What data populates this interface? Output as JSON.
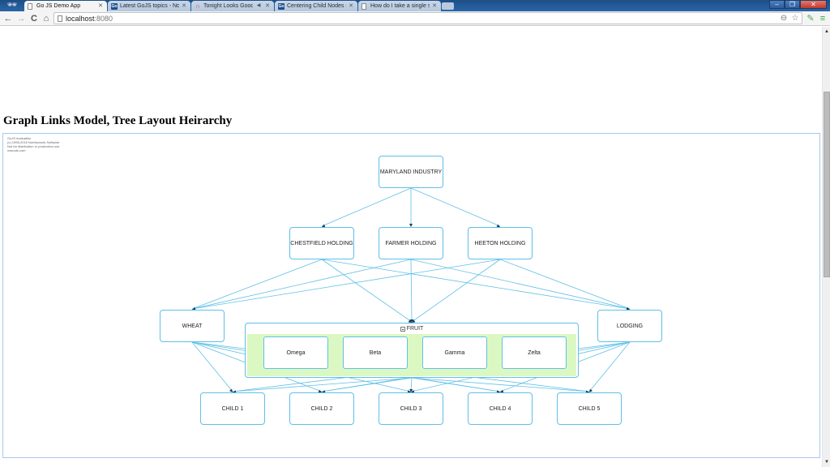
{
  "browser": {
    "tabs": [
      {
        "title": "Go JS Demo App",
        "icon": "page-icon",
        "active": true
      },
      {
        "title": "Latest GoJS topics - North",
        "icon": "gojs-forum-icon",
        "active": false
      },
      {
        "title": "Tonight Looks Good or",
        "icon": "headphones-icon",
        "active": false,
        "audio": true
      },
      {
        "title": "Centering Child Nodes sh",
        "icon": "gojs-forum-icon",
        "active": false
      },
      {
        "title": "How do I take a single scr",
        "icon": "page-icon",
        "active": false
      }
    ],
    "url_host": "localhost",
    "url_port": ":8080",
    "window_controls": {
      "minimize": "–",
      "restore": "❐",
      "close": "✕"
    },
    "nav": {
      "back": "←",
      "forward": "→",
      "reload": "C",
      "home": "⌂"
    },
    "toolbar_icons": {
      "zoom": "⊖",
      "bookmark": "☆",
      "extension": "✎",
      "menu": "≡"
    }
  },
  "page": {
    "title": "Graph Links Model, Tree Layout Heirarchy",
    "watermark": [
      "GoJS evaluation",
      "(c) 1998-2015 Northwoods Software",
      "Not for distribution or production use",
      "nwoods.com"
    ]
  },
  "diagram": {
    "colors": {
      "link": "#5fc0e8",
      "arrow": "#1a3a5a",
      "node_border": "#5fc0e8",
      "group_fill": "#dcf8c2"
    },
    "root": "MARYLAND INDUSTRY",
    "holdings": [
      "CHESTFIELD HOLDING",
      "FARMER HOLDING",
      "HEETON HOLDING"
    ],
    "categories": {
      "left": "WHEAT",
      "group": "FRUIT",
      "right": "LODGING"
    },
    "group_members": [
      "Omega",
      "Beta",
      "Gamma",
      "Zelta"
    ],
    "children": [
      "CHILD 1",
      "CHILD 2",
      "CHILD 3",
      "CHILD 4",
      "CHILD 5"
    ],
    "links": [
      [
        "MARYLAND INDUSTRY",
        "CHESTFIELD HOLDING"
      ],
      [
        "MARYLAND INDUSTRY",
        "FARMER HOLDING"
      ],
      [
        "MARYLAND INDUSTRY",
        "HEETON HOLDING"
      ],
      [
        "CHESTFIELD HOLDING",
        "WHEAT"
      ],
      [
        "CHESTFIELD HOLDING",
        "FRUIT"
      ],
      [
        "CHESTFIELD HOLDING",
        "LODGING"
      ],
      [
        "FARMER HOLDING",
        "WHEAT"
      ],
      [
        "FARMER HOLDING",
        "FRUIT"
      ],
      [
        "FARMER HOLDING",
        "LODGING"
      ],
      [
        "HEETON HOLDING",
        "WHEAT"
      ],
      [
        "HEETON HOLDING",
        "FRUIT"
      ],
      [
        "HEETON HOLDING",
        "LODGING"
      ],
      [
        "WHEAT",
        "CHILD 1"
      ],
      [
        "WHEAT",
        "CHILD 2"
      ],
      [
        "WHEAT",
        "CHILD 3"
      ],
      [
        "WHEAT",
        "CHILD 4"
      ],
      [
        "WHEAT",
        "CHILD 5"
      ],
      [
        "FRUIT",
        "CHILD 1"
      ],
      [
        "FRUIT",
        "CHILD 2"
      ],
      [
        "FRUIT",
        "CHILD 3"
      ],
      [
        "FRUIT",
        "CHILD 4"
      ],
      [
        "FRUIT",
        "CHILD 5"
      ],
      [
        "LODGING",
        "CHILD 1"
      ],
      [
        "LODGING",
        "CHILD 2"
      ],
      [
        "LODGING",
        "CHILD 3"
      ],
      [
        "LODGING",
        "CHILD 4"
      ],
      [
        "LODGING",
        "CHILD 5"
      ]
    ]
  }
}
